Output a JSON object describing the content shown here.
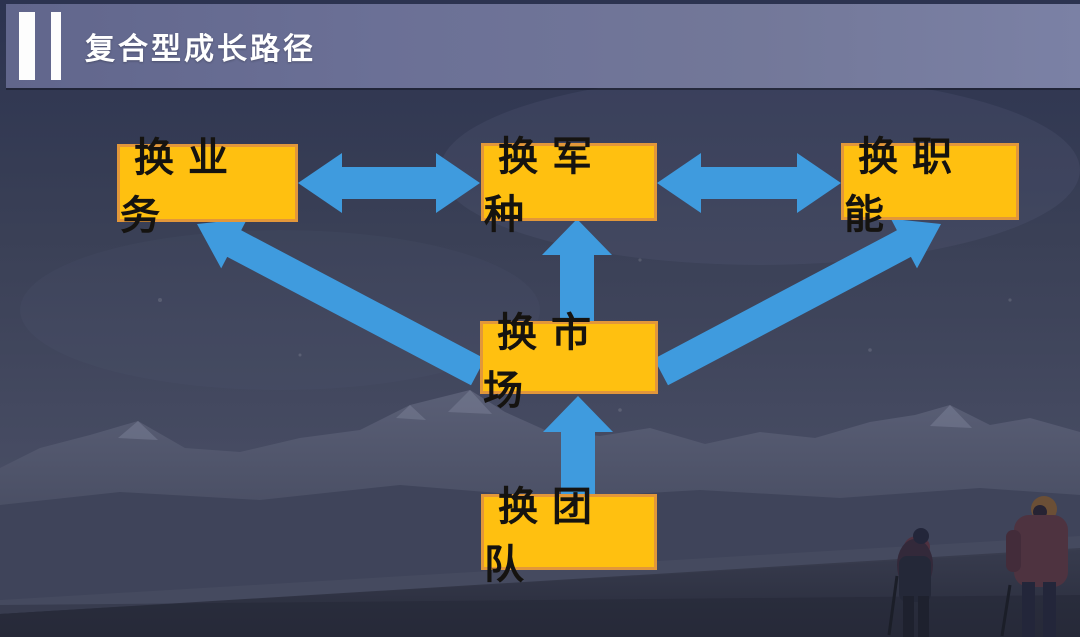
{
  "header": {
    "title": "复合型成长路径",
    "background_color": "#6b7096",
    "title_color": "#ffffff",
    "marker_color": "#fdfdfd"
  },
  "diagram": {
    "nodes": [
      {
        "id": "business",
        "label": "换业务",
        "position": "top-left"
      },
      {
        "id": "branch",
        "label": "换军种",
        "position": "top-center"
      },
      {
        "id": "function",
        "label": "换职能",
        "position": "top-right"
      },
      {
        "id": "market",
        "label": "换市场",
        "position": "middle-center"
      },
      {
        "id": "team",
        "label": "换团队",
        "position": "bottom-center"
      }
    ],
    "edges": [
      {
        "from": "business",
        "to": "branch",
        "type": "double-headed"
      },
      {
        "from": "branch",
        "to": "function",
        "type": "double-headed"
      },
      {
        "from": "market",
        "to": "branch",
        "type": "single-up"
      },
      {
        "from": "market",
        "to": "business",
        "type": "single-diagonal"
      },
      {
        "from": "market",
        "to": "function",
        "type": "single-diagonal"
      },
      {
        "from": "team",
        "to": "market",
        "type": "single-up"
      }
    ],
    "colors": {
      "node_fill": "#ffc010",
      "node_border": "#e2973a",
      "node_text": "#151310",
      "arrow": "#3f9bde"
    }
  },
  "background": {
    "scene": "snow mountains with road and hikers",
    "sky_color": "#333a55",
    "mountain_color": "#51566d",
    "road_color": "#2a2d3d"
  }
}
